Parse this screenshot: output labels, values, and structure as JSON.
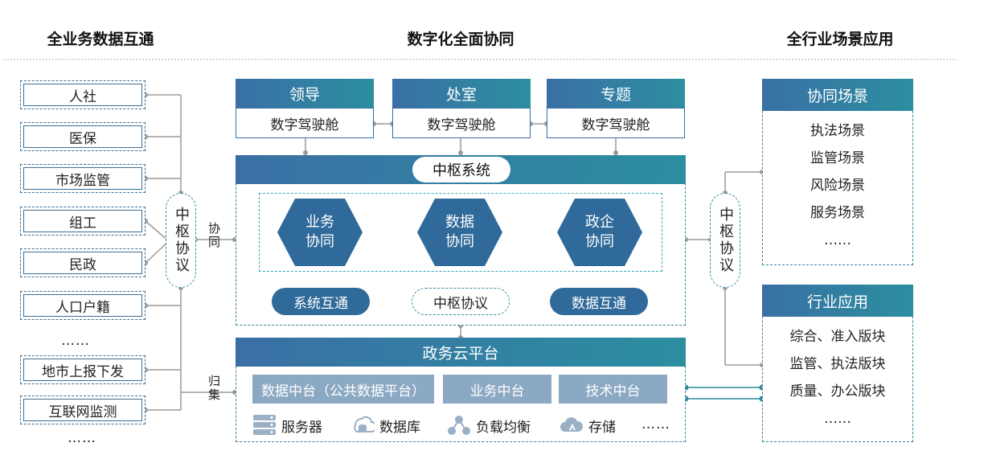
{
  "headers": {
    "left": "全业务数据互通",
    "center": "数字化全面协同",
    "right": "全行业场景应用"
  },
  "left_sources": [
    "人社",
    "医保",
    "市场监管",
    "组工",
    "民政",
    "人口户籍",
    "……",
    "地市上报下发",
    "互联网监测",
    "……"
  ],
  "left_hub": {
    "pill": "中枢协议",
    "coop_label": "协同",
    "collect_label": "归集"
  },
  "top_boxes": [
    {
      "head": "领导",
      "body": "数字驾驶舱"
    },
    {
      "head": "处室",
      "body": "数字驾驶舱"
    },
    {
      "head": "专题",
      "body": "数字驾驶舱"
    }
  ],
  "hub_system": {
    "title": "中枢系统",
    "hexes": [
      {
        "line1": "业务",
        "line2": "协同"
      },
      {
        "line1": "数据",
        "line2": "协同"
      },
      {
        "line1": "政企",
        "line2": "协同"
      }
    ],
    "bottom_left": "系统互通",
    "bottom_center": "中枢协议",
    "bottom_right": "数据互通"
  },
  "cloud": {
    "title": "政务云平台",
    "subs": [
      "数据中台（公共数据平台）",
      "业务中台",
      "技术中台"
    ],
    "resources": [
      {
        "label": "服务器",
        "icon": "server-icon"
      },
      {
        "label": "数据库",
        "icon": "database-icon"
      },
      {
        "label": "负载均衡",
        "icon": "load-balance-icon"
      },
      {
        "label": "存储",
        "icon": "cloud-storage-icon"
      }
    ],
    "more": "……"
  },
  "right_hub": {
    "pill": "中枢协议"
  },
  "right_panels": [
    {
      "title": "协同场景",
      "items": [
        "执法场景",
        "监管场景",
        "风险场景",
        "服务场景",
        "……"
      ]
    },
    {
      "title": "行业应用",
      "items": [
        "综合、准入版块",
        "监管、执法版块",
        "质量、办公版块",
        "……"
      ]
    }
  ],
  "colors": {
    "primary_blue": "#3a6fa5",
    "teal": "#2b8fa0",
    "light_sub": "#8ba9c3",
    "dark_pill": "#2f6a9a"
  }
}
